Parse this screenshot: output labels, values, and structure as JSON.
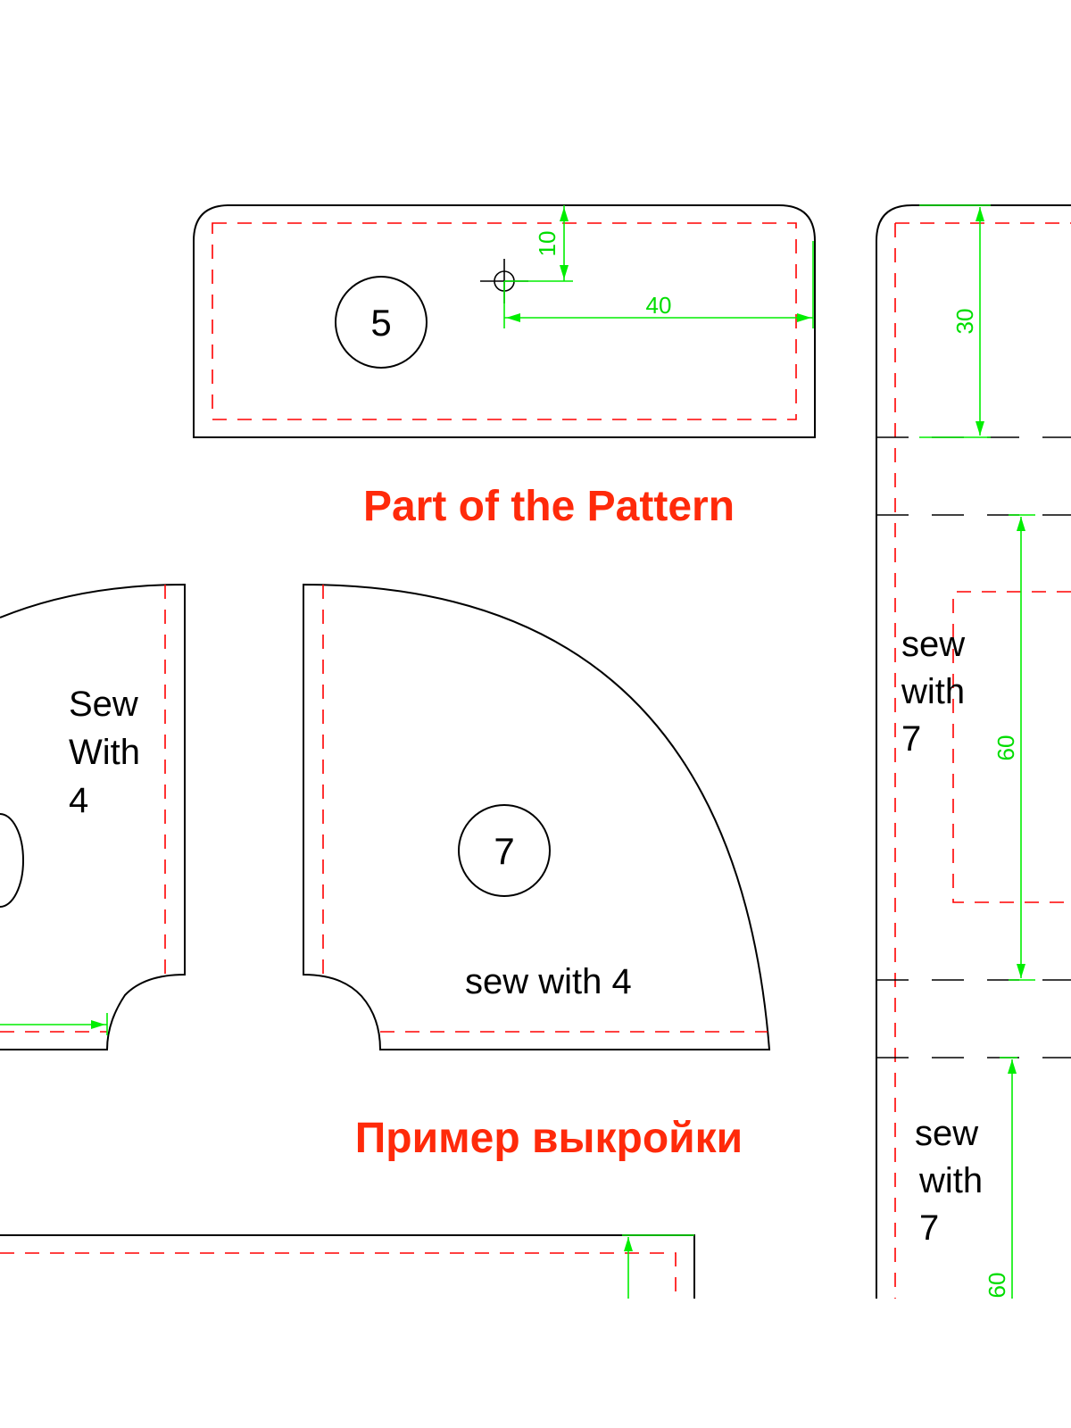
{
  "titles": {
    "english": "Part of the Pattern",
    "russian": "Пример выкройки"
  },
  "pieces": {
    "top": {
      "number": "5"
    },
    "quarter": {
      "number": "7",
      "note": "sew with 4"
    },
    "left": {
      "line1": "Sew",
      "line2": "With",
      "line3": "4"
    },
    "right_upper": {
      "line1": "sew",
      "line2": "with",
      "line3": "7"
    },
    "right_lower": {
      "line1": "sew",
      "line2": "with",
      "line3": "7"
    }
  },
  "dimensions": {
    "d10": "10",
    "d40": "40",
    "d30": "30",
    "d60_a": "60",
    "d60_b": "60"
  },
  "colors": {
    "outline": "#000000",
    "seam_allowance": "#ff0000",
    "dimension": "#00ee00",
    "title": "#ff2a0a"
  }
}
